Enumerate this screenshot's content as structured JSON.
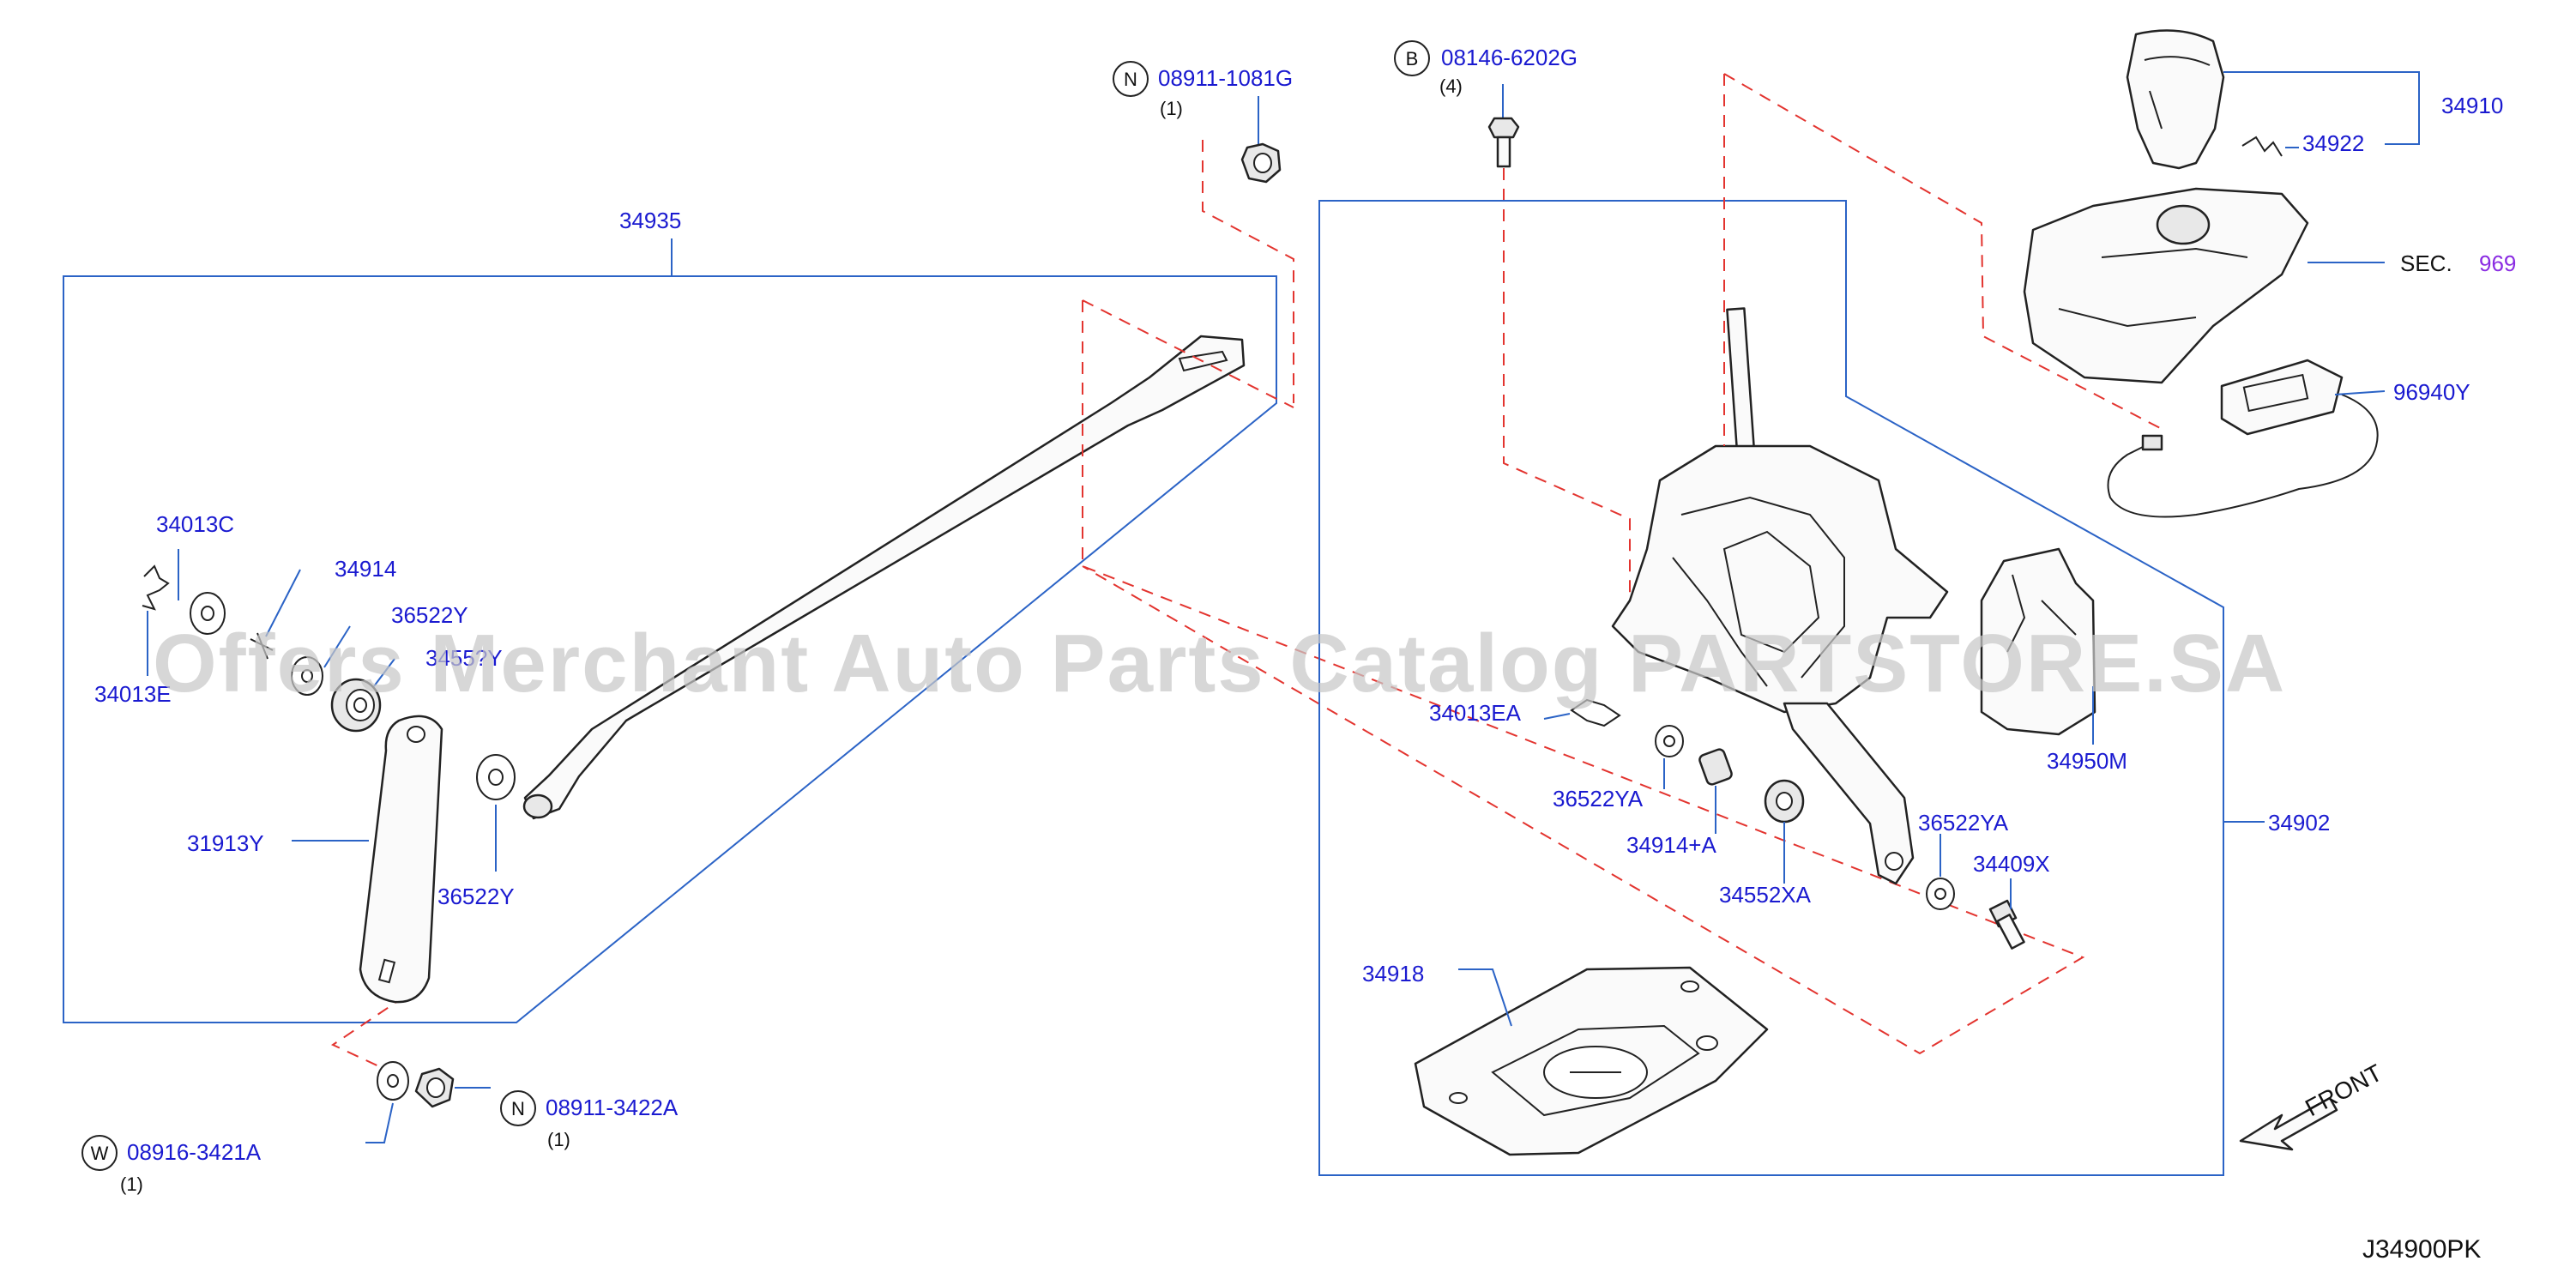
{
  "callouts": {
    "p34935": "34935",
    "p34013C": "34013C",
    "p34914": "34914",
    "p36522Y_a": "36522Y",
    "p34552Y_obscured": "3455?Y",
    "p34013E": "34013E",
    "p31913Y": "31913Y",
    "p36522Y_b": "36522Y",
    "p08911_1081G": "08911-1081G",
    "q08911_1081G": "(1)",
    "p08146_6202G": "08146-6202G",
    "q08146_6202G": "(4)",
    "p08911_3422A": "08911-3422A",
    "q08911_3422A": "(1)",
    "p08916_3421A": "08916-3421A",
    "q08916_3421A": "(1)",
    "p34910": "34910",
    "p34922": "34922",
    "p969_prefix": "SEC.",
    "p969": "969",
    "p96940Y": "96940Y",
    "p34013EA": "34013EA",
    "p36522YA_a": "36522YA",
    "p34914A": "34914+A",
    "p34552XA": "34552XA",
    "p36522YA_b": "36522YA",
    "p34409X": "34409X",
    "p34950M": "34950M",
    "p34902": "34902",
    "p34918": "34918"
  },
  "circle_letters": {
    "n1": "N",
    "b1": "B",
    "n2": "N",
    "w1": "W"
  },
  "front_label": "FRONT",
  "diagram_code": "J34900PK",
  "watermark": "Offers Merchant Auto Parts Catalog PARTSTORE.SA",
  "colors": {
    "callout_text": "#1a1ad0",
    "leader_lines": "#2b63c6",
    "phantom_lines": "#e3342f",
    "section_ref": "#8a2be2"
  }
}
